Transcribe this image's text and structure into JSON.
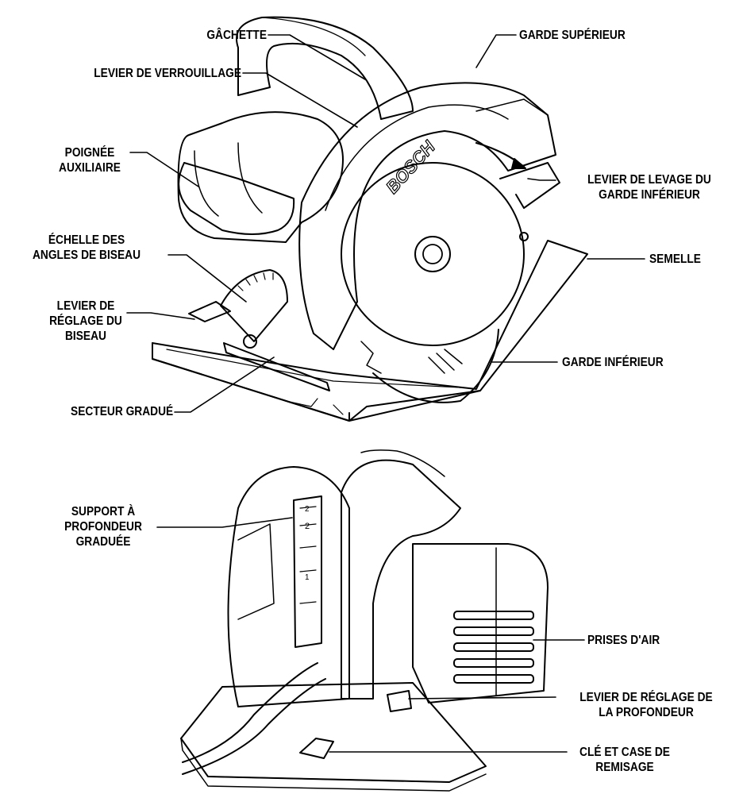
{
  "brand": "BOSCH",
  "labels": {
    "gachette": "GÂCHETTE",
    "garde_superieur": "GARDE SUPÉRIEUR",
    "levier_verrouillage": "LEVIER DE VERROUILLAGE",
    "poignee_auxiliaire": [
      "POIGNÉE",
      "AUXILIAIRE"
    ],
    "levier_levage": [
      "LEVIER DE LEVAGE DU",
      "GARDE INFÉRIEUR"
    ],
    "echelle_angles": [
      "ÉCHELLE DES",
      "ANGLES DE BISEAU"
    ],
    "semelle": "SEMELLE",
    "levier_reglage_biseau": [
      "LEVIER DE",
      "RÉGLAGE DU",
      "BISEAU"
    ],
    "garde_inferieur": "GARDE INFÉRIEUR",
    "secteur_gradue": "SECTEUR GRADUÉ",
    "support_profondeur": [
      "SUPPORT À",
      "PROFONDEUR",
      "GRADUÉE"
    ],
    "prises_air": "PRISES D'AIR",
    "levier_reglage_profondeur": [
      "LEVIER DE RÉGLAGE DE",
      "LA PROFONDEUR"
    ],
    "cle_case": [
      "CLÉ ET CASE DE",
      "REMISAGE"
    ]
  }
}
